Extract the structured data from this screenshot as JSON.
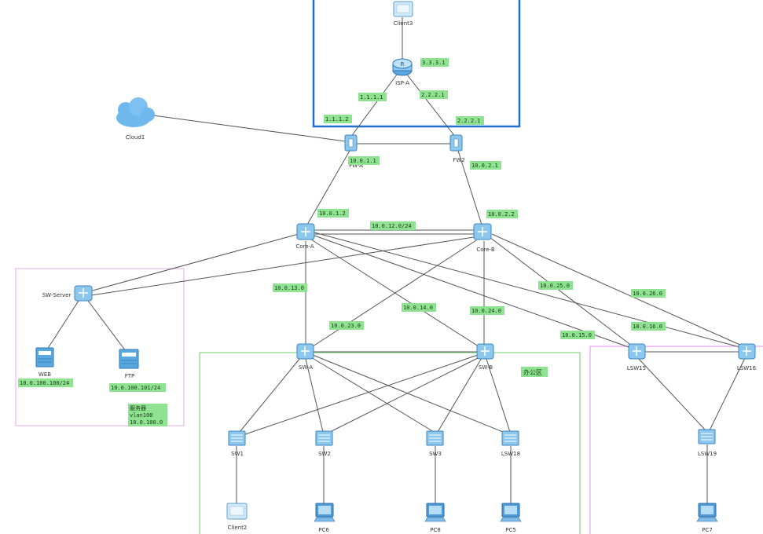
{
  "devices": {
    "client3": "Client3",
    "isp_a": "ISP-A",
    "cloud1": "Cloud1",
    "fw_a": "FW-A",
    "fw2": "FW2",
    "core_a": "Core-A",
    "core_b": "Core-B",
    "sw_server": "SW-Server",
    "web": "WEB",
    "ftp": "FTP",
    "sw_a": "SW-A",
    "sw_b": "SW-B",
    "lsw15": "LSW15",
    "lsw16": "LSW16",
    "sw1": "SW1",
    "sw2": "SW2",
    "sw3": "SW3",
    "lsw18": "LSW18",
    "lsw19": "LSW19",
    "client2": "Client2",
    "pc6": "PC6",
    "pc8": "PC8",
    "pc5": "PC5",
    "pc7": "PC7"
  },
  "labels": {
    "isp_top": "3.3.3.1",
    "isp_left": "1.1.1.1",
    "isp_right": "2.2.2.1",
    "fwa_up": "1.1.1.2",
    "fw2_up": "2.2.2.1",
    "fwa_down": "10.0.1.1",
    "fw2_down": "10.0.2.1",
    "corea_up": "10.0.1.2",
    "coreb_up": "10.0.2.2",
    "core_link": "10.0.12.0/24",
    "n13": "10.0.13.0",
    "n14": "10.0.14.0",
    "n23": "10.0.23.0",
    "n24": "10.0.24.0",
    "n25": "10.0.25.0",
    "n26": "10.0.26.0",
    "n16": "10.0.16.0",
    "n15": "10.0.15.0",
    "web_ip": "10.0.100.100/24",
    "ftp_ip": "10.0.100.101/24",
    "server_title": "服务器",
    "server_vlan": "vlan100",
    "server_net": "10.0.100.0",
    "office": "办公区"
  },
  "colors": {
    "isp_zone": "#1e6fd0",
    "server_zone": "#e7a8ee",
    "office_zone": "#6ccf6c",
    "lsw_zone": "#e58ee8",
    "tag": "#8fe28f",
    "device": "#8cc7ee"
  }
}
